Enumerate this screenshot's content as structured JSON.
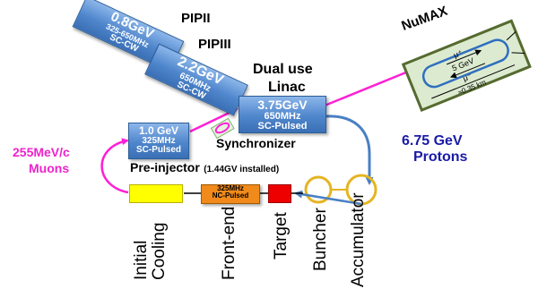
{
  "pipii": {
    "label": "PIPII",
    "energy": "0.8GeV",
    "freq": "325-650MHz",
    "mode": "SC-CW"
  },
  "pipiii": {
    "label": "PIPIII",
    "energy": "2.2GeV",
    "freq": "650MHz",
    "mode": "SC-CW"
  },
  "linac": {
    "title_line1": "Dual use",
    "title_line2": "Linac",
    "energy": "3.75GeV",
    "freq": "650MHz",
    "mode": "SC-Pulsed"
  },
  "preinjector": {
    "energy": "1.0 GeV",
    "freq": "325MHz",
    "mode": "SC-Pulsed",
    "label": "Pre-injector",
    "installed": "(1.44GV installed)"
  },
  "synchronizer": "Synchronizer",
  "numax": {
    "title": "NuMAX",
    "ring_energy": "5 GeV",
    "length": "≈0.35 km",
    "mu_plus": "μ⁺",
    "mu_minus": "μ⁻"
  },
  "protons": {
    "line1": "6.75 GeV",
    "line2": "Protons"
  },
  "muons": {
    "line1": "255MeV/c",
    "line2": "Muons"
  },
  "frontend_box": {
    "line1": "325MHz",
    "line2": "NC-Pulsed"
  },
  "stages": {
    "initial": "Initial",
    "cooling": "Cooling",
    "frontend": "Front-end",
    "target": "Target",
    "buncher": "Buncher",
    "accumulator": "Accumulator"
  },
  "colors": {
    "box_blue": "#4f86cc",
    "arrow_magenta": "#ff1fd6",
    "arrow_blue": "#4a7fc4",
    "protons_text": "#1a1aa8",
    "muons_text": "#ee22cc",
    "cooling_box": "#ffff00",
    "frontend_box": "#f08a1a",
    "target_box": "#ee0000",
    "ring_gold": "#e6b422",
    "numax_frame": "#556b2f",
    "numax_fill": "#dcead0"
  }
}
